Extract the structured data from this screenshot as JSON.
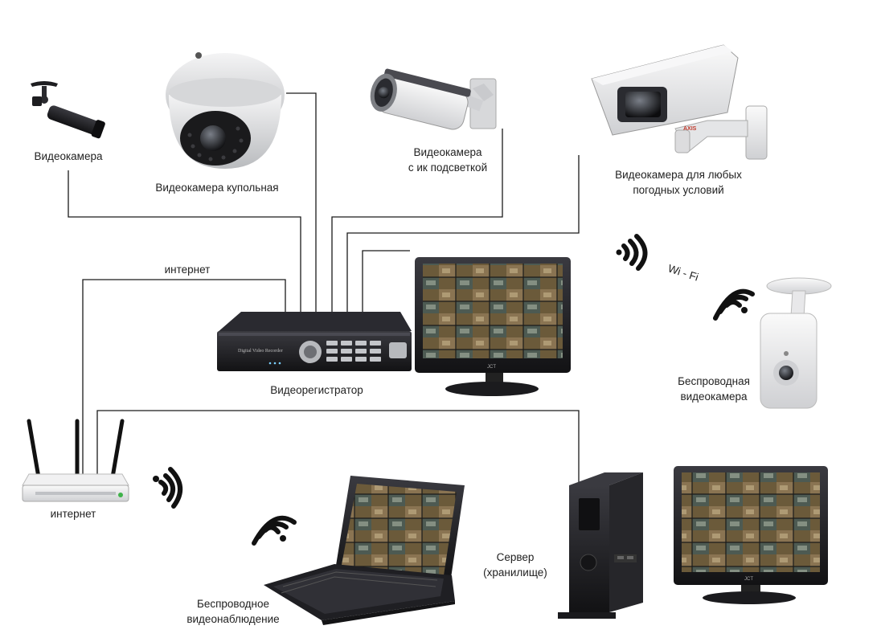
{
  "labels": {
    "camera": "Видеокамера",
    "dome_camera": "Видеокамера купольная",
    "ir_camera": [
      "Видеокамера",
      "с ик подсветкой"
    ],
    "weather_camera": [
      "Видеокамера для любых",
      "погодных условий"
    ],
    "internet_line": "интернет",
    "wifi": "Wi - Fi",
    "wireless_camera": [
      "Беспроводная",
      "видеокамера"
    ],
    "dvr": "Видеорегистратор",
    "router": "интернет",
    "server": [
      "Сервер",
      "(хранилище)"
    ],
    "wireless_surveillance": [
      "Беспроводное",
      "видеонаблюдение"
    ]
  },
  "device_texts": {
    "dvr_panel": "Digital Video Recorder",
    "monitor_brand": "JCT",
    "camera_brand": "AXIS"
  },
  "colors": {
    "line": "#1a1a1a",
    "device_dark": "#1e1e22",
    "device_light": "#e9e9ea",
    "screen_tile_a": "#6b5a3a",
    "screen_tile_b": "#8a7452",
    "screen_tile_c": "#4d5a52",
    "text": "#222222"
  }
}
